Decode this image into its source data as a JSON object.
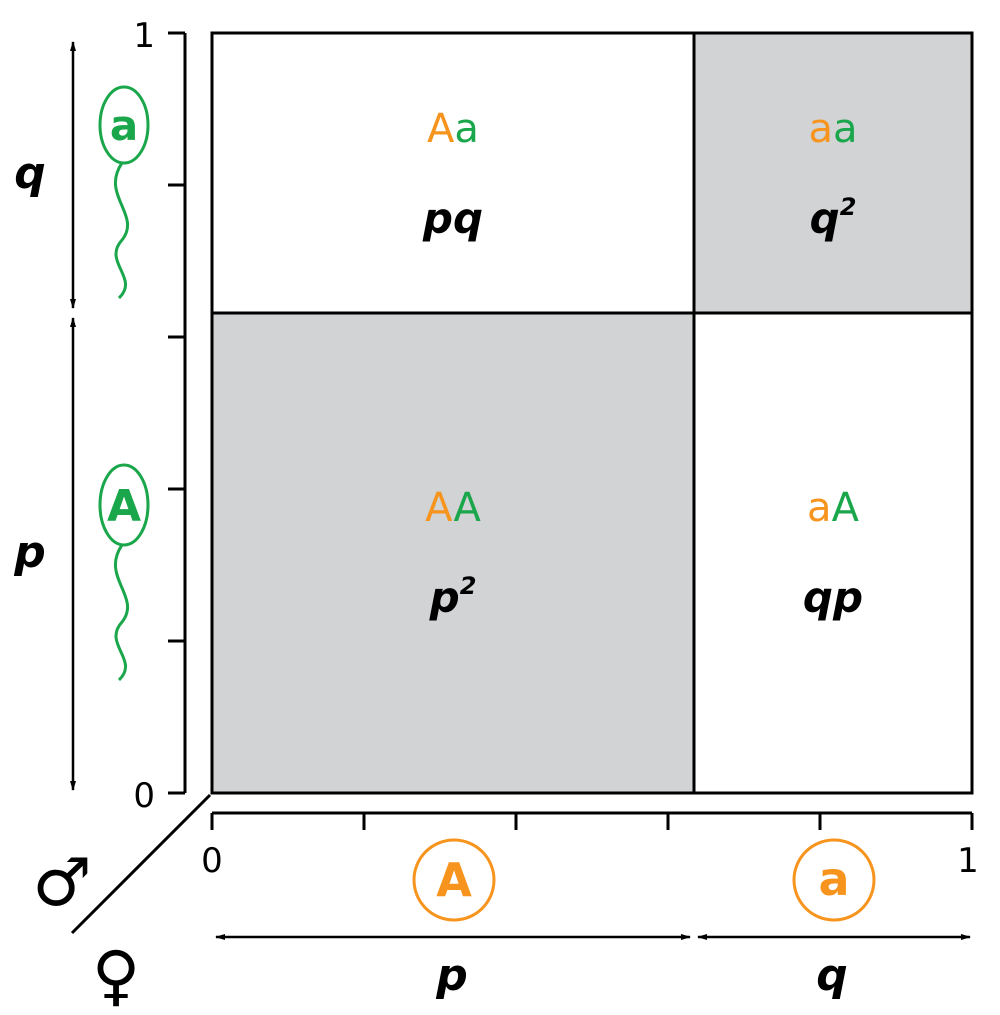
{
  "colors": {
    "maternal": "#F7941D",
    "paternal": "#1AA64A",
    "homozygous_fill": "#D1D3D4",
    "heterozygous_fill": "#FFFFFF",
    "line": "#000000"
  },
  "axes": {
    "y_tick_top": "1",
    "y_tick_bottom": "0",
    "x_tick_left": "0",
    "x_tick_right": "1"
  },
  "sperm_alleles": {
    "top": "a",
    "bottom": "A"
  },
  "egg_alleles": {
    "left": "A",
    "right": "a"
  },
  "left_freqs": {
    "top": "q",
    "bottom": "p"
  },
  "bottom_freqs": {
    "left": "p",
    "right": "q"
  },
  "sex_symbols": {
    "male": "♂",
    "female": "♀"
  },
  "cells": {
    "top_left": {
      "mother": "A",
      "father": "a",
      "freq": "pq"
    },
    "top_right": {
      "mother": "a",
      "father": "a",
      "freq_base": "q",
      "freq_exp": "2"
    },
    "bottom_left": {
      "mother": "A",
      "father": "A",
      "freq_base": "p",
      "freq_exp": "2"
    },
    "bottom_right": {
      "mother": "a",
      "father": "A",
      "freq": "qp"
    }
  }
}
